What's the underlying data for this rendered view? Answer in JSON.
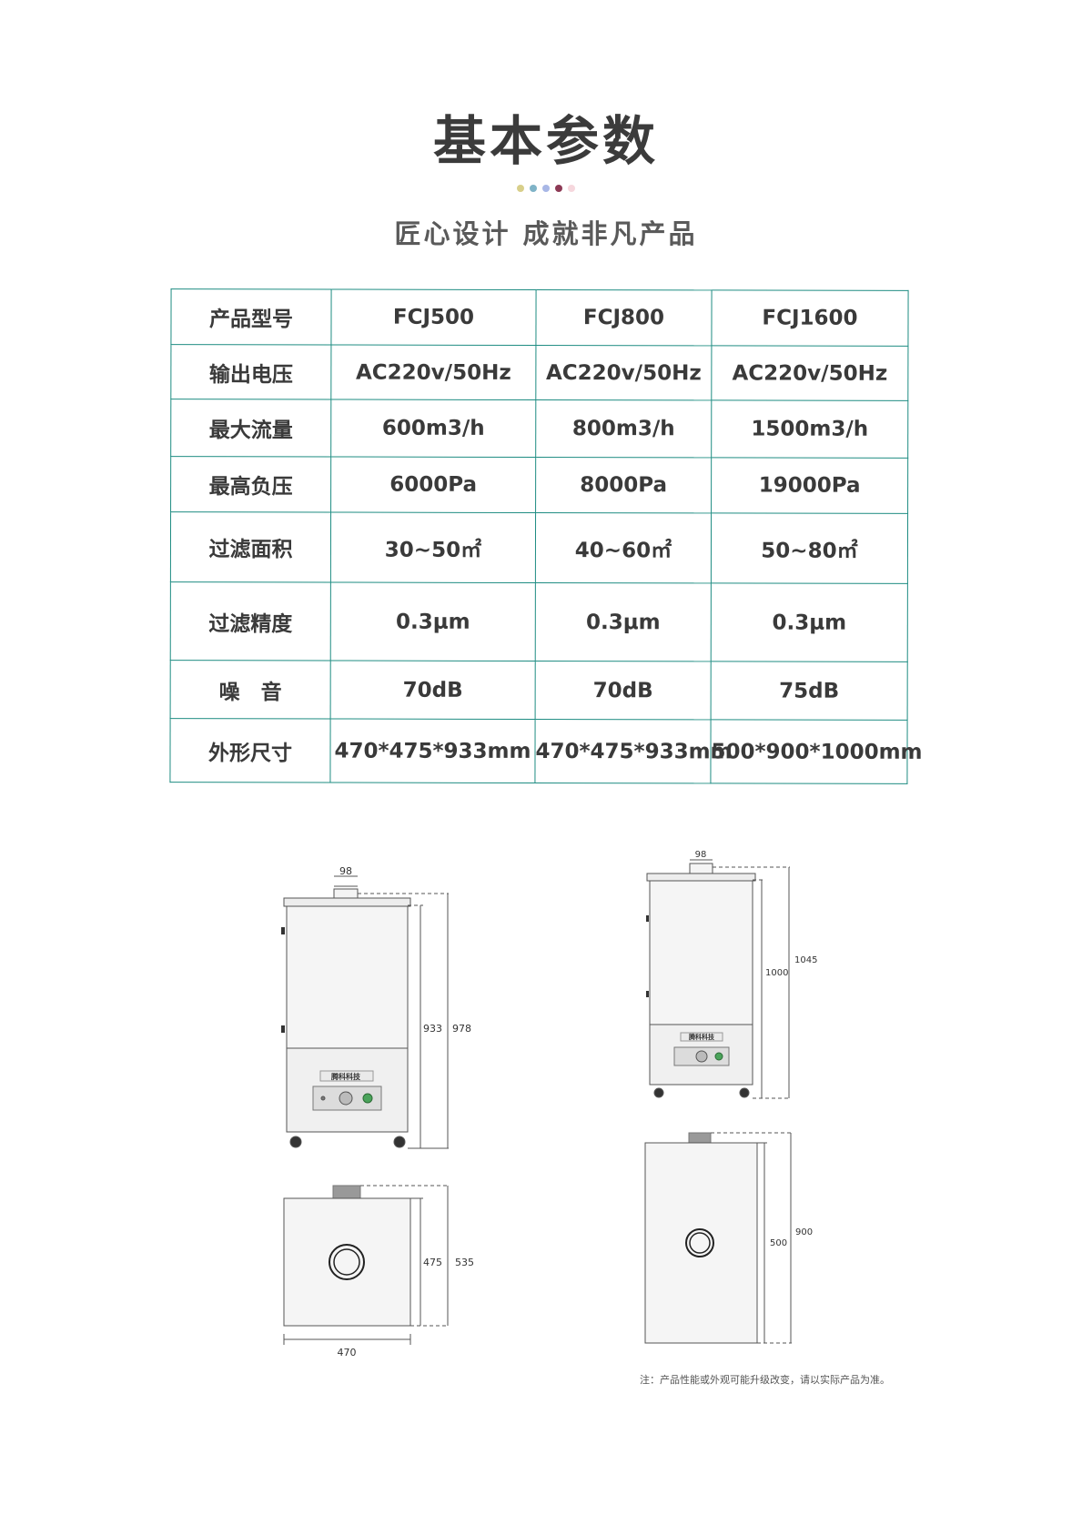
{
  "page": {
    "title": "基本参数",
    "subtitle": "匠心设计 成就非凡产品",
    "dot_colors": [
      "#d8cf8a",
      "#7fb3c7",
      "#a8b7e6",
      "#8d3a55",
      "#f6d7dd"
    ]
  },
  "specs": {
    "columns": [
      "FCJ500",
      "FCJ800",
      "FCJ1600"
    ],
    "rows": [
      {
        "label": "产品型号",
        "values": [
          "FCJ500",
          "FCJ800",
          "FCJ1600"
        ]
      },
      {
        "label": "输出电压",
        "values": [
          "AC220v/50Hz",
          "AC220v/50Hz",
          "AC220v/50Hz"
        ]
      },
      {
        "label": "最大流量",
        "values": [
          "600m3/h",
          "800m3/h",
          "1500m3/h"
        ]
      },
      {
        "label": "最高负压",
        "values": [
          "6000Pa",
          "8000Pa",
          "19000Pa"
        ]
      },
      {
        "label": "过滤面积",
        "values": [
          "30~50㎡",
          "40~60㎡",
          "50~80㎡"
        ]
      },
      {
        "label": "过滤精度",
        "values": [
          "0.3μm",
          "0.3μm",
          "0.3μm"
        ]
      },
      {
        "label": "噪　音",
        "values": [
          "70dB",
          "70dB",
          "75dB"
        ]
      },
      {
        "label": "外形尺寸",
        "values": [
          "470*475*933mm",
          "470*475*933mm",
          "500*900*1000mm"
        ]
      }
    ]
  },
  "drawings": {
    "left_front": {
      "top_width": "98",
      "body_height": "933",
      "total_height": "978"
    },
    "left_top": {
      "depth": "475",
      "total_depth": "535",
      "width": "470"
    },
    "right_front": {
      "top_width": "98",
      "body_height": "1000",
      "total_height": "1045"
    },
    "right_top": {
      "depth": "500",
      "total_depth": "900"
    },
    "brand_logo_text": "腾科科技"
  },
  "note": "注：产品性能或外观可能升级改变，请以实际产品为准。"
}
